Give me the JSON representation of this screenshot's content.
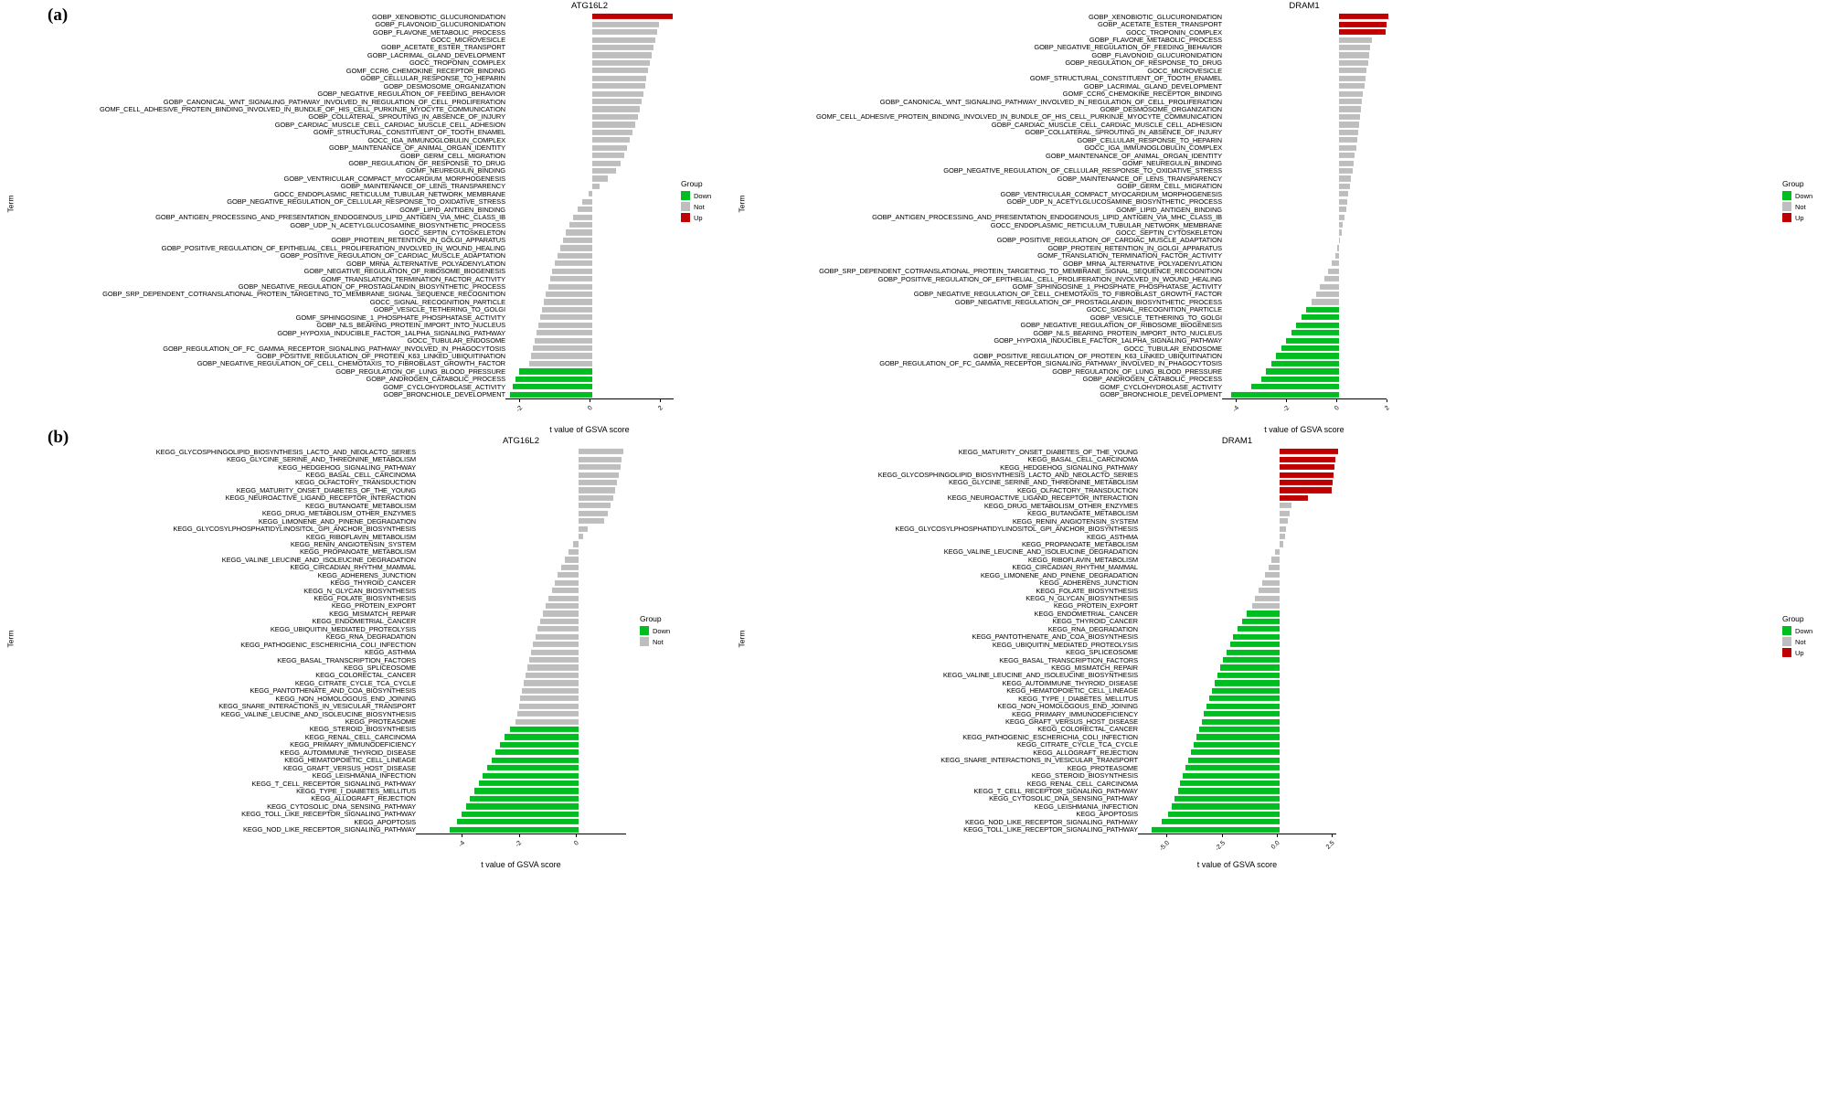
{
  "figure": {
    "panel_tags": {
      "a": "(a)",
      "b": "(b)"
    }
  },
  "style": {
    "group_colors": {
      "Down": "#00BE20",
      "Not": "#BEBEBE",
      "Up": "#C00000"
    },
    "axis_color": "#000000"
  },
  "chart_data": [
    {
      "type": "bar",
      "orientation": "horizontal",
      "panel": "a",
      "title": "ATG16L2",
      "xlabel": "t value of GSVA score",
      "ylabel": "Term",
      "xlim": [
        -2.4,
        2.4
      ],
      "xticks": [
        -2,
        0,
        2
      ],
      "xtick_labels": [
        "-2",
        "0",
        "2"
      ],
      "legend": {
        "title": "Group",
        "entries": [
          "Down",
          "Not",
          "Up"
        ]
      },
      "terms": [
        "GOBP_XENOBIOTIC_GLUCURONIDATION",
        "GOBP_FLAVONOID_GLUCURONIDATION",
        "GOBP_FLAVONE_METABOLIC_PROCESS",
        "GOCC_MICROVESICLE",
        "GOBP_ACETATE_ESTER_TRANSPORT",
        "GOBP_LACRIMAL_GLAND_DEVELOPMENT",
        "GOCC_TROPONIN_COMPLEX",
        "GOMF_CCR6_CHEMOKINE_RECEPTOR_BINDING",
        "GOBP_CELLULAR_RESPONSE_TO_HEPARIN",
        "GOBP_DESMOSOME_ORGANIZATION",
        "GOBP_NEGATIVE_REGULATION_OF_FEEDING_BEHAVIOR",
        "GOBP_CANONICAL_WNT_SIGNALING_PATHWAY_INVOLVED_IN_REGULATION_OF_CELL_PROLIFERATION",
        "GOMF_CELL_ADHESIVE_PROTEIN_BINDING_INVOLVED_IN_BUNDLE_OF_HIS_CELL_PURKINJE_MYOCYTE_COMMUNICATION",
        "GOBP_COLLATERAL_SPROUTING_IN_ABSENCE_OF_INJURY",
        "GOBP_CARDIAC_MUSCLE_CELL_CARDIAC_MUSCLE_CELL_ADHESION",
        "GOMF_STRUCTURAL_CONSTITUENT_OF_TOOTH_ENAMEL",
        "GOCC_IGA_IMMUNOGLOBULIN_COMPLEX",
        "GOBP_MAINTENANCE_OF_ANIMAL_ORGAN_IDENTITY",
        "GOBP_GERM_CELL_MIGRATION",
        "GOBP_REGULATION_OF_RESPONSE_TO_DRUG",
        "GOMF_NEUREGULIN_BINDING",
        "GOBP_VENTRICULAR_COMPACT_MYOCARDIUM_MORPHOGENESIS",
        "GOBP_MAINTENANCE_OF_LENS_TRANSPARENCY",
        "GOCC_ENDOPLASMIC_RETICULUM_TUBULAR_NETWORK_MEMBRANE",
        "GOBP_NEGATIVE_REGULATION_OF_CELLULAR_RESPONSE_TO_OXIDATIVE_STRESS",
        "GOMF_LIPID_ANTIGEN_BINDING",
        "GOBP_ANTIGEN_PROCESSING_AND_PRESENTATION_ENDOGENOUS_LIPID_ANTIGEN_VIA_MHC_CLASS_IB",
        "GOBP_UDP_N_ACETYLGLUCOSAMINE_BIOSYNTHETIC_PROCESS",
        "GOCC_SEPTIN_CYTOSKELETON",
        "GOBP_PROTEIN_RETENTION_IN_GOLGI_APPARATUS",
        "GOBP_POSITIVE_REGULATION_OF_EPITHELIAL_CELL_PROLIFERATION_INVOLVED_IN_WOUND_HEALING",
        "GOBP_POSITIVE_REGULATION_OF_CARDIAC_MUSCLE_ADAPTATION",
        "GOBP_MRNA_ALTERNATIVE_POLYADENYLATION",
        "GOBP_NEGATIVE_REGULATION_OF_RIBOSOME_BIOGENESIS",
        "GOMF_TRANSLATION_TERMINATION_FACTOR_ACTIVITY",
        "GOBP_NEGATIVE_REGULATION_OF_PROSTAGLANDIN_BIOSYNTHETIC_PROCESS",
        "GOBP_SRP_DEPENDENT_COTRANSLATIONAL_PROTEIN_TARGETING_TO_MEMBRANE_SIGNAL_SEQUENCE_RECOGNITION",
        "GOCC_SIGNAL_RECOGNITION_PARTICLE",
        "GOBP_VESICLE_TETHERING_TO_GOLGI",
        "GOMF_SPHINGOSINE_1_PHOSPHATE_PHOSPHATASE_ACTIVITY",
        "GOBP_NLS_BEARING_PROTEIN_IMPORT_INTO_NUCLEUS",
        "GOBP_HYPOXIA_INDUCIBLE_FACTOR_1ALPHA_SIGNALING_PATHWAY",
        "GOCC_TUBULAR_ENDOSOME",
        "GOBP_REGULATION_OF_FC_GAMMA_RECEPTOR_SIGNALING_PATHWAY_INVOLVED_IN_PHAGOCYTOSIS",
        "GOBP_POSITIVE_REGULATION_OF_PROTEIN_K63_LINKED_UBIQUITINATION",
        "GOBP_NEGATIVE_REGULATION_OF_CELL_CHEMOTAXIS_TO_FIBROBLAST_GROWTH_FACTOR",
        "GOBP_REGULATION_OF_LUNG_BLOOD_PRESSURE",
        "GOBP_ANDROGEN_CATABOLIC_PROCESS",
        "GOMF_CYCLOHYDROLASE_ACTIVITY",
        "GOBP_BRONCHIOLE_DEVELOPMENT"
      ],
      "values": [
        2.3,
        1.9,
        1.85,
        1.8,
        1.75,
        1.7,
        1.65,
        1.6,
        1.55,
        1.5,
        1.45,
        1.4,
        1.35,
        1.3,
        1.22,
        1.14,
        1.06,
        0.98,
        0.9,
        0.8,
        0.68,
        0.45,
        0.2,
        -0.1,
        -0.28,
        -0.42,
        -0.55,
        -0.65,
        -0.75,
        -0.84,
        -0.92,
        -1.0,
        -1.07,
        -1.14,
        -1.2,
        -1.26,
        -1.32,
        -1.38,
        -1.44,
        -1.5,
        -1.55,
        -1.6,
        -1.65,
        -1.7,
        -1.75,
        -1.8,
        -2.1,
        -2.2,
        -2.28,
        -2.35
      ],
      "group_runs": [
        [
          "Up",
          1
        ],
        [
          "Not",
          45
        ],
        [
          "Down",
          4
        ]
      ]
    },
    {
      "type": "bar",
      "orientation": "horizontal",
      "panel": "a",
      "title": "DRAM1",
      "xlabel": "t value of GSVA score",
      "ylabel": "Term",
      "xlim": [
        -4.55,
        2.0
      ],
      "xticks": [
        -4,
        -2,
        0,
        2
      ],
      "xtick_labels": [
        "-4",
        "-2",
        "0",
        "2"
      ],
      "legend": {
        "title": "Group",
        "entries": [
          "Down",
          "Not",
          "Up"
        ]
      },
      "terms": [
        "GOBP_XENOBIOTIC_GLUCURONIDATION",
        "GOBP_ACETATE_ESTER_TRANSPORT",
        "GOCC_TROPONIN_COMPLEX",
        "GOBP_FLAVONE_METABOLIC_PROCESS",
        "GOBP_NEGATIVE_REGULATION_OF_FEEDING_BEHAVIOR",
        "GOBP_FLAVONOID_GLUCURONIDATION",
        "GOBP_REGULATION_OF_RESPONSE_TO_DRUG",
        "GOCC_MICROVESICLE",
        "GOMF_STRUCTURAL_CONSTITUENT_OF_TOOTH_ENAMEL",
        "GOBP_LACRIMAL_GLAND_DEVELOPMENT",
        "GOMF_CCR6_CHEMOKINE_RECEPTOR_BINDING",
        "GOBP_CANONICAL_WNT_SIGNALING_PATHWAY_INVOLVED_IN_REGULATION_OF_CELL_PROLIFERATION",
        "GOBP_DESMOSOME_ORGANIZATION",
        "GOMF_CELL_ADHESIVE_PROTEIN_BINDING_INVOLVED_IN_BUNDLE_OF_HIS_CELL_PURKINJE_MYOCYTE_COMMUNICATION",
        "GOBP_CARDIAC_MUSCLE_CELL_CARDIAC_MUSCLE_CELL_ADHESION",
        "GOBP_COLLATERAL_SPROUTING_IN_ABSENCE_OF_INJURY",
        "GOBP_CELLULAR_RESPONSE_TO_HEPARIN",
        "GOCC_IGA_IMMUNOGLOBULIN_COMPLEX",
        "GOBP_MAINTENANCE_OF_ANIMAL_ORGAN_IDENTITY",
        "GOMF_NEUREGULIN_BINDING",
        "GOBP_NEGATIVE_REGULATION_OF_CELLULAR_RESPONSE_TO_OXIDATIVE_STRESS",
        "GOBP_MAINTENANCE_OF_LENS_TRANSPARENCY",
        "GOBP_GERM_CELL_MIGRATION",
        "GOBP_VENTRICULAR_COMPACT_MYOCARDIUM_MORPHOGENESIS",
        "GOBP_UDP_N_ACETYLGLUCOSAMINE_BIOSYNTHETIC_PROCESS",
        "GOMF_LIPID_ANTIGEN_BINDING",
        "GOBP_ANTIGEN_PROCESSING_AND_PRESENTATION_ENDOGENOUS_LIPID_ANTIGEN_VIA_MHC_CLASS_IB",
        "GOCC_ENDOPLASMIC_RETICULUM_TUBULAR_NETWORK_MEMBRANE",
        "GOCC_SEPTIN_CYTOSKELETON",
        "GOBP_POSITIVE_REGULATION_OF_CARDIAC_MUSCLE_ADAPTATION",
        "GOBP_PROTEIN_RETENTION_IN_GOLGI_APPARATUS",
        "GOMF_TRANSLATION_TERMINATION_FACTOR_ACTIVITY",
        "GOBP_MRNA_ALTERNATIVE_POLYADENYLATION",
        "GOBP_SRP_DEPENDENT_COTRANSLATIONAL_PROTEIN_TARGETING_TO_MEMBRANE_SIGNAL_SEQUENCE_RECOGNITION",
        "GOBP_POSITIVE_REGULATION_OF_EPITHELIAL_CELL_PROLIFERATION_INVOLVED_IN_WOUND_HEALING",
        "GOMF_SPHINGOSINE_1_PHOSPHATE_PHOSPHATASE_ACTIVITY",
        "GOBP_NEGATIVE_REGULATION_OF_CELL_CHEMOTAXIS_TO_FIBROBLAST_GROWTH_FACTOR",
        "GOBP_NEGATIVE_REGULATION_OF_PROSTAGLANDIN_BIOSYNTHETIC_PROCESS",
        "GOCC_SIGNAL_RECOGNITION_PARTICLE",
        "GOBP_VESICLE_TETHERING_TO_GOLGI",
        "GOBP_NEGATIVE_REGULATION_OF_RIBOSOME_BIOGENESIS",
        "GOBP_NLS_BEARING_PROTEIN_IMPORT_INTO_NUCLEUS",
        "GOBP_HYPOXIA_INDUCIBLE_FACTOR_1ALPHA_SIGNALING_PATHWAY",
        "GOCC_TUBULAR_ENDOSOME",
        "GOBP_POSITIVE_REGULATION_OF_PROTEIN_K63_LINKED_UBIQUITINATION",
        "GOBP_REGULATION_OF_FC_GAMMA_RECEPTOR_SIGNALING_PATHWAY_INVOLVED_IN_PHAGOCYTOSIS",
        "GOBP_REGULATION_OF_LUNG_BLOOD_PRESSURE",
        "GOBP_ANDROGEN_CATABOLIC_PROCESS",
        "GOMF_CYCLOHYDROLASE_ACTIVITY",
        "GOBP_BRONCHIOLE_DEVELOPMENT"
      ],
      "values": [
        1.95,
        1.9,
        1.85,
        1.3,
        1.25,
        1.2,
        1.15,
        1.1,
        1.05,
        1.0,
        0.96,
        0.92,
        0.88,
        0.84,
        0.8,
        0.76,
        0.72,
        0.68,
        0.63,
        0.58,
        0.53,
        0.48,
        0.43,
        0.38,
        0.33,
        0.28,
        0.22,
        0.16,
        0.1,
        0.02,
        -0.06,
        -0.16,
        -0.28,
        -0.42,
        -0.58,
        -0.75,
        -0.92,
        -1.1,
        -1.3,
        -1.5,
        -1.7,
        -1.9,
        -2.1,
        -2.3,
        -2.5,
        -2.7,
        -2.9,
        -3.1,
        -3.5,
        -4.3
      ],
      "group_runs": [
        [
          "Up",
          3
        ],
        [
          "Not",
          35
        ],
        [
          "Down",
          12
        ]
      ]
    },
    {
      "type": "bar",
      "orientation": "horizontal",
      "panel": "b",
      "title": "ATG16L2",
      "xlabel": "t value of GSVA score",
      "ylabel": "Term",
      "xlim": [
        -5.6,
        1.75
      ],
      "xticks": [
        -4,
        -2,
        0
      ],
      "xtick_labels": [
        "-4",
        "-2",
        "0"
      ],
      "legend": {
        "title": "Group",
        "entries": [
          "Down",
          "Not"
        ]
      },
      "terms": [
        "KEGG_GLYCOSPHINGOLIPID_BIOSYNTHESIS_LACTO_AND_NEOLACTO_SERIES",
        "KEGG_GLYCINE_SERINE_AND_THREONINE_METABOLISM",
        "KEGG_HEDGEHOG_SIGNALING_PATHWAY",
        "KEGG_BASAL_CELL_CARCINOMA",
        "KEGG_OLFACTORY_TRANSDUCTION",
        "KEGG_MATURITY_ONSET_DIABETES_OF_THE_YOUNG",
        "KEGG_NEUROACTIVE_LIGAND_RECEPTOR_INTERACTION",
        "KEGG_BUTANOATE_METABOLISM",
        "KEGG_DRUG_METABOLISM_OTHER_ENZYMES",
        "KEGG_LIMONENE_AND_PINENE_DEGRADATION",
        "KEGG_GLYCOSYLPHOSPHATIDYLINOSITOL_GPI_ANCHOR_BIOSYNTHESIS",
        "KEGG_RIBOFLAVIN_METABOLISM",
        "KEGG_RENIN_ANGIOTENSIN_SYSTEM",
        "KEGG_PROPANOATE_METABOLISM",
        "KEGG_VALINE_LEUCINE_AND_ISOLEUCINE_DEGRADATION",
        "KEGG_CIRCADIAN_RHYTHM_MAMMAL",
        "KEGG_ADHERENS_JUNCTION",
        "KEGG_THYROID_CANCER",
        "KEGG_N_GLYCAN_BIOSYNTHESIS",
        "KEGG_FOLATE_BIOSYNTHESIS",
        "KEGG_PROTEIN_EXPORT",
        "KEGG_MISMATCH_REPAIR",
        "KEGG_ENDOMETRIAL_CANCER",
        "KEGG_UBIQUITIN_MEDIATED_PROTEOLYSIS",
        "KEGG_RNA_DEGRADATION",
        "KEGG_PATHOGENIC_ESCHERICHIA_COLI_INFECTION",
        "KEGG_ASTHMA",
        "KEGG_BASAL_TRANSCRIPTION_FACTORS",
        "KEGG_SPLICEOSOME",
        "KEGG_COLORECTAL_CANCER",
        "KEGG_CITRATE_CYCLE_TCA_CYCLE",
        "KEGG_PANTOTHENATE_AND_COA_BIOSYNTHESIS",
        "KEGG_NON_HOMOLOGOUS_END_JOINING",
        "KEGG_SNARE_INTERACTIONS_IN_VESICULAR_TRANSPORT",
        "KEGG_VALINE_LEUCINE_AND_ISOLEUCINE_BIOSYNTHESIS",
        "KEGG_PROTEASOME",
        "KEGG_STEROID_BIOSYNTHESIS",
        "KEGG_RENAL_CELL_CARCINOMA",
        "KEGG_PRIMARY_IMMUNODEFICIENCY",
        "KEGG_AUTOIMMUNE_THYROID_DISEASE",
        "KEGG_HEMATOPOIETIC_CELL_LINEAGE",
        "KEGG_GRAFT_VERSUS_HOST_DISEASE",
        "KEGG_LEISHMANIA_INFECTION",
        "KEGG_T_CELL_RECEPTOR_SIGNALING_PATHWAY",
        "KEGG_TYPE_I_DIABETES_MELLITUS",
        "KEGG_ALLOGRAFT_REJECTION",
        "KEGG_CYTOSOLIC_DNA_SENSING_PATHWAY",
        "KEGG_TOLL_LIKE_RECEPTOR_SIGNALING_PATHWAY",
        "KEGG_APOPTOSIS",
        "KEGG_NOD_LIKE_RECEPTOR_SIGNALING_PATHWAY"
      ],
      "values": [
        1.55,
        1.5,
        1.45,
        1.4,
        1.35,
        1.28,
        1.2,
        1.1,
        1.0,
        0.9,
        0.3,
        0.15,
        -0.2,
        -0.35,
        -0.5,
        -0.62,
        -0.74,
        -0.85,
        -0.95,
        -1.05,
        -1.15,
        -1.25,
        -1.35,
        -1.45,
        -1.52,
        -1.6,
        -1.67,
        -1.74,
        -1.8,
        -1.86,
        -1.92,
        -1.98,
        -2.04,
        -2.1,
        -2.16,
        -2.22,
        -2.4,
        -2.6,
        -2.75,
        -2.9,
        -3.05,
        -3.2,
        -3.35,
        -3.5,
        -3.65,
        -3.8,
        -3.95,
        -4.1,
        -4.25,
        -4.5
      ],
      "group_runs": [
        [
          "Not",
          36
        ],
        [
          "Down",
          14
        ]
      ]
    },
    {
      "type": "bar",
      "orientation": "horizontal",
      "panel": "b",
      "title": "DRAM1",
      "xlabel": "t value of GSVA score",
      "ylabel": "Term",
      "xlim": [
        -6.3,
        2.7
      ],
      "xticks": [
        -5.0,
        -2.5,
        0.0,
        2.5
      ],
      "xtick_labels": [
        "-5.0",
        "-2.5",
        "0.0",
        "2.5"
      ],
      "legend": {
        "title": "Group",
        "entries": [
          "Down",
          "Not",
          "Up"
        ]
      },
      "terms": [
        "KEGG_MATURITY_ONSET_DIABETES_OF_THE_YOUNG",
        "KEGG_BASAL_CELL_CARCINOMA",
        "KEGG_HEDGEHOG_SIGNALING_PATHWAY",
        "KEGG_GLYCOSPHINGOLIPID_BIOSYNTHESIS_LACTO_AND_NEOLACTO_SERIES",
        "KEGG_GLYCINE_SERINE_AND_THREONINE_METABOLISM",
        "KEGG_OLFACTORY_TRANSDUCTION",
        "KEGG_NEUROACTIVE_LIGAND_RECEPTOR_INTERACTION",
        "KEGG_DRUG_METABOLISM_OTHER_ENZYMES",
        "KEGG_BUTANOATE_METABOLISM",
        "KEGG_RENIN_ANGIOTENSIN_SYSTEM",
        "KEGG_GLYCOSYLPHOSPHATIDYLINOSITOL_GPI_ANCHOR_BIOSYNTHESIS",
        "KEGG_ASTHMA",
        "KEGG_PROPANOATE_METABOLISM",
        "KEGG_VALINE_LEUCINE_AND_ISOLEUCINE_DEGRADATION",
        "KEGG_RIBOFLAVIN_METABOLISM",
        "KEGG_CIRCADIAN_RHYTHM_MAMMAL",
        "KEGG_LIMONENE_AND_PINENE_DEGRADATION",
        "KEGG_ADHERENS_JUNCTION",
        "KEGG_FOLATE_BIOSYNTHESIS",
        "KEGG_N_GLYCAN_BIOSYNTHESIS",
        "KEGG_PROTEIN_EXPORT",
        "KEGG_ENDOMETRIAL_CANCER",
        "KEGG_THYROID_CANCER",
        "KEGG_RNA_DEGRADATION",
        "KEGG_PANTOTHENATE_AND_COA_BIOSYNTHESIS",
        "KEGG_UBIQUITIN_MEDIATED_PROTEOLYSIS",
        "KEGG_SPLICEOSOME",
        "KEGG_BASAL_TRANSCRIPTION_FACTORS",
        "KEGG_MISMATCH_REPAIR",
        "KEGG_VALINE_LEUCINE_AND_ISOLEUCINE_BIOSYNTHESIS",
        "KEGG_AUTOIMMUNE_THYROID_DISEASE",
        "KEGG_HEMATOPOIETIC_CELL_LINEAGE",
        "KEGG_TYPE_I_DIABETES_MELLITUS",
        "KEGG_NON_HOMOLOGOUS_END_JOINING",
        "KEGG_PRIMARY_IMMUNODEFICIENCY",
        "KEGG_GRAFT_VERSUS_HOST_DISEASE",
        "KEGG_COLORECTAL_CANCER",
        "KEGG_PATHOGENIC_ESCHERICHIA_COLI_INFECTION",
        "KEGG_CITRATE_CYCLE_TCA_CYCLE",
        "KEGG_ALLOGRAFT_REJECTION",
        "KEGG_SNARE_INTERACTIONS_IN_VESICULAR_TRANSPORT",
        "KEGG_PROTEASOME",
        "KEGG_STEROID_BIOSYNTHESIS",
        "KEGG_RENAL_CELL_CARCINOMA",
        "KEGG_T_CELL_RECEPTOR_SIGNALING_PATHWAY",
        "KEGG_CYTOSOLIC_DNA_SENSING_PATHWAY",
        "KEGG_LEISHMANIA_INFECTION",
        "KEGG_APOPTOSIS",
        "KEGG_NOD_LIKE_RECEPTOR_SIGNALING_PATHWAY",
        "KEGG_TOLL_LIKE_RECEPTOR_SIGNALING_PATHWAY"
      ],
      "values": [
        2.65,
        2.55,
        2.5,
        2.45,
        2.4,
        2.35,
        1.3,
        0.55,
        0.45,
        0.38,
        0.3,
        0.24,
        0.18,
        -0.2,
        -0.35,
        -0.5,
        -0.65,
        -0.8,
        -0.95,
        -1.1,
        -1.25,
        -1.5,
        -1.7,
        -1.9,
        -2.1,
        -2.25,
        -2.4,
        -2.55,
        -2.7,
        -2.82,
        -2.94,
        -3.06,
        -3.18,
        -3.3,
        -3.42,
        -3.54,
        -3.66,
        -3.78,
        -3.9,
        -4.02,
        -4.14,
        -4.26,
        -4.38,
        -4.5,
        -4.62,
        -4.76,
        -4.9,
        -5.05,
        -5.35,
        -5.8
      ],
      "group_runs": [
        [
          "Up",
          7
        ],
        [
          "Not",
          14
        ],
        [
          "Down",
          29
        ]
      ]
    }
  ]
}
